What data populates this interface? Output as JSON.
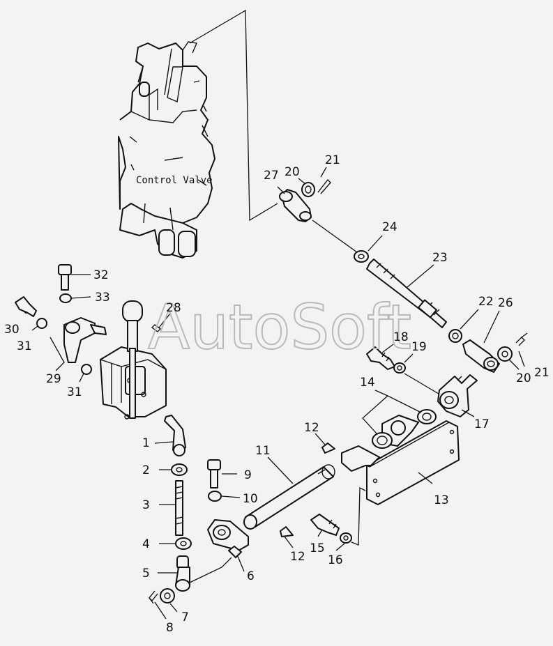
{
  "diagram": {
    "watermark": "AutoSoft",
    "component_label": "Control Valve",
    "callouts": [
      {
        "id": "c1",
        "text": "1"
      },
      {
        "id": "c2",
        "text": "2"
      },
      {
        "id": "c3",
        "text": "3"
      },
      {
        "id": "c4",
        "text": "4"
      },
      {
        "id": "c5",
        "text": "5"
      },
      {
        "id": "c6",
        "text": "6"
      },
      {
        "id": "c7",
        "text": "7"
      },
      {
        "id": "c8",
        "text": "8"
      },
      {
        "id": "c9",
        "text": "9"
      },
      {
        "id": "c10",
        "text": "10"
      },
      {
        "id": "c11",
        "text": "11"
      },
      {
        "id": "c12a",
        "text": "12"
      },
      {
        "id": "c12b",
        "text": "12"
      },
      {
        "id": "c13",
        "text": "13"
      },
      {
        "id": "c14",
        "text": "14"
      },
      {
        "id": "c15",
        "text": "15"
      },
      {
        "id": "c16",
        "text": "16"
      },
      {
        "id": "c17",
        "text": "17"
      },
      {
        "id": "c18",
        "text": "18"
      },
      {
        "id": "c19",
        "text": "19"
      },
      {
        "id": "c20a",
        "text": "20"
      },
      {
        "id": "c20b",
        "text": "20"
      },
      {
        "id": "c21a",
        "text": "21"
      },
      {
        "id": "c21b",
        "text": "21"
      },
      {
        "id": "c22",
        "text": "22"
      },
      {
        "id": "c23",
        "text": "23"
      },
      {
        "id": "c24",
        "text": "24"
      },
      {
        "id": "c26",
        "text": "26"
      },
      {
        "id": "c27",
        "text": "27"
      },
      {
        "id": "c28",
        "text": "28"
      },
      {
        "id": "c29",
        "text": "29"
      },
      {
        "id": "c30",
        "text": "30"
      },
      {
        "id": "c31a",
        "text": "31"
      },
      {
        "id": "c31b",
        "text": "31"
      },
      {
        "id": "c32",
        "text": "32"
      },
      {
        "id": "c33",
        "text": "33"
      }
    ]
  }
}
